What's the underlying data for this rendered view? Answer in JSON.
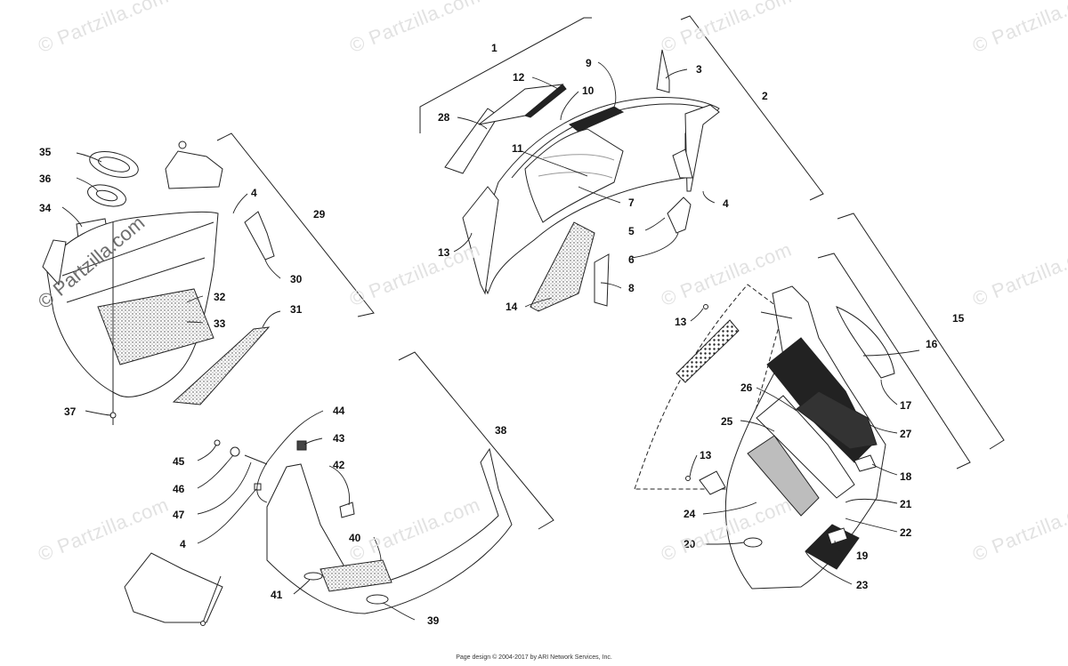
{
  "watermark": "© Partzilla.com",
  "footer": "Page design © 2004-2017 by ARI Network Services, Inc.",
  "callouts": [
    "1",
    "2",
    "3",
    "4",
    "5",
    "6",
    "7",
    "8",
    "9",
    "10",
    "11",
    "12",
    "13",
    "14",
    "15",
    "16",
    "17",
    "18",
    "19",
    "20",
    "21",
    "22",
    "23",
    "24",
    "25",
    "26",
    "27",
    "28",
    "29",
    "30",
    "31",
    "32",
    "33",
    "34",
    "35",
    "36",
    "37",
    "38",
    "39",
    "40",
    "41",
    "42",
    "43",
    "44",
    "45",
    "46",
    "47"
  ],
  "callout_4_dup": "4",
  "callout_13_dup": "13",
  "colors": {
    "line": "#222222",
    "shade": "#bdbdbd",
    "watermark": "#e2e2e2"
  }
}
